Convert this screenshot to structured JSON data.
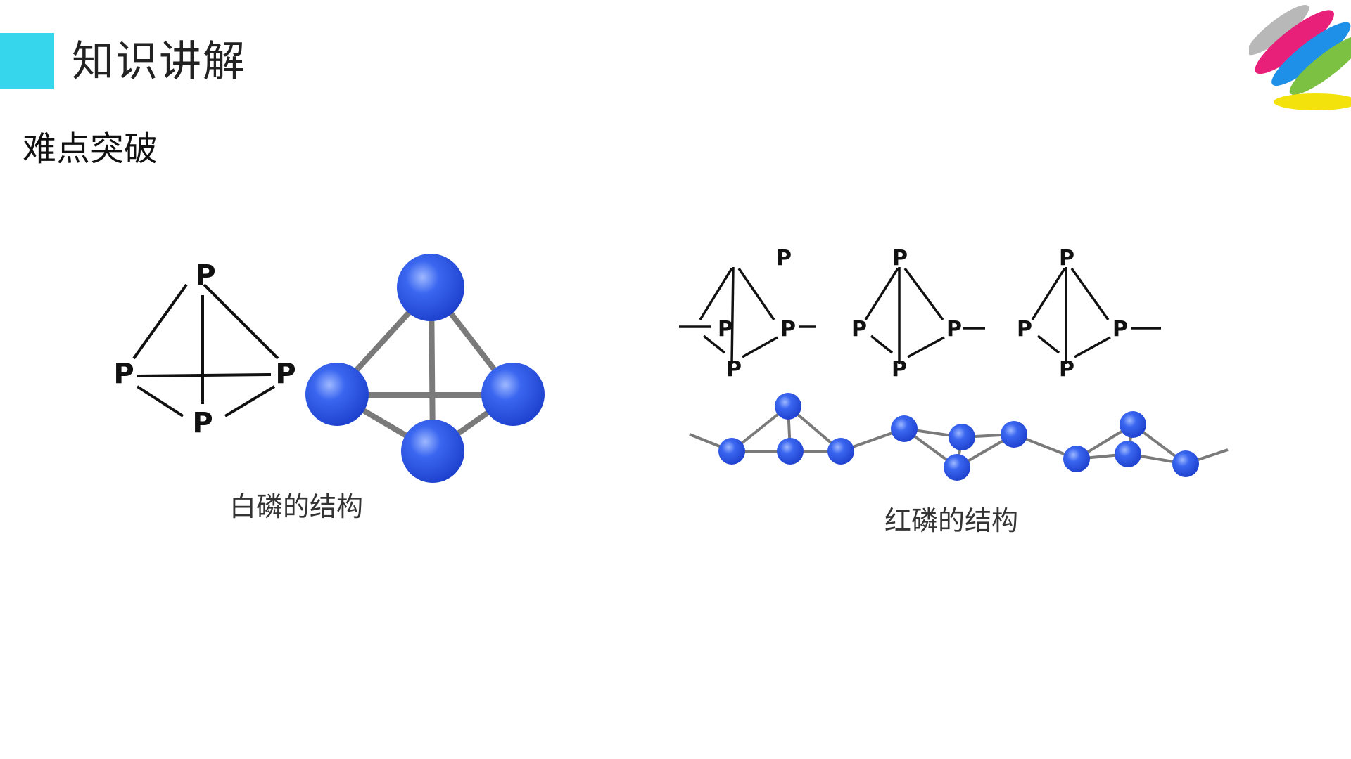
{
  "header": {
    "title": "知识讲解",
    "accent_color": "#36D6EC"
  },
  "section": {
    "subtitle": "难点突破"
  },
  "logo": {
    "icon": "brand-stripes-logo",
    "colors": [
      "#B8B8B8",
      "#E8207A",
      "#1E90E8",
      "#7DC142",
      "#F4E20C"
    ]
  },
  "figures": {
    "white_phosphorus": {
      "caption": "白磷的结构",
      "atom_symbol": "P",
      "atom_color": "#2B5BE8"
    },
    "red_phosphorus": {
      "caption": "红磷的结构",
      "atom_symbol": "P",
      "atom_color": "#2B5BE8"
    }
  }
}
